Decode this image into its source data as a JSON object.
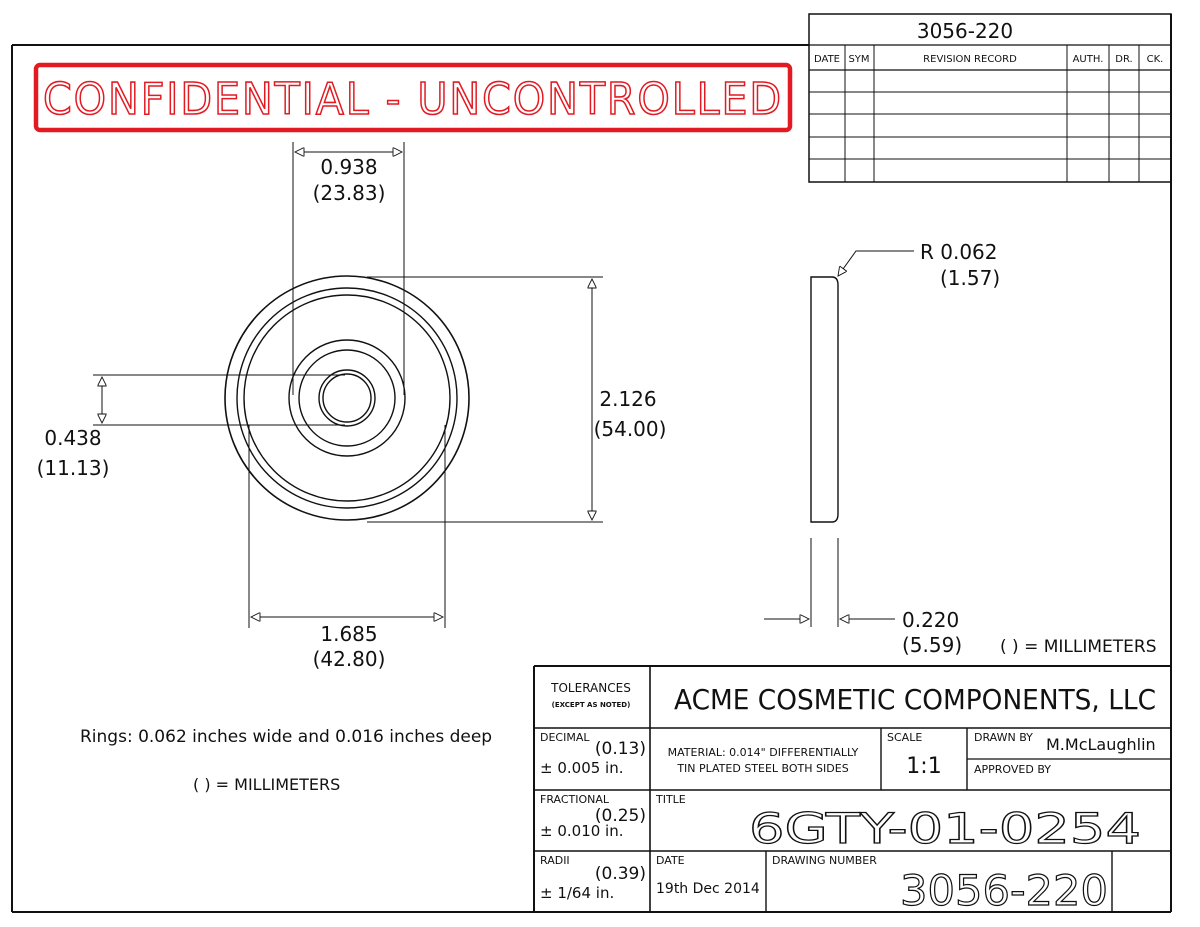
{
  "drawing": {
    "number_top": "3056-220",
    "confidential_stamp": "CONFIDENTIAL - UNCONTROLLED",
    "stamp_color": "#e21b22",
    "ink_color": "#111111"
  },
  "revision_record": {
    "headers": [
      "DATE",
      "SYM",
      "REVISION RECORD",
      "AUTH.",
      "DR.",
      "CK."
    ],
    "rows": 5
  },
  "dimensions": {
    "inner_ring": {
      "inch": "0.938",
      "mm": "(23.83)"
    },
    "hole": {
      "inch": "0.438",
      "mm": "(11.13)"
    },
    "outer": {
      "inch": "2.126",
      "mm": "(54.00)"
    },
    "middle_ring": {
      "inch": "1.685",
      "mm": "(42.80)"
    },
    "edge_radius": {
      "inch": "R 0.062",
      "mm": "(1.57)"
    },
    "thickness": {
      "inch": "0.220",
      "mm": "(5.59)"
    }
  },
  "notes": {
    "mm_note_side": "( ) = MILLIMETERS",
    "rings": "Rings: 0.062 inches wide and 0.016 inches deep",
    "mm_note_left": "( ) = MILLIMETERS"
  },
  "title_block": {
    "tolerances_label": "TOLERANCES",
    "except_noted": "(EXCEPT AS NOTED)",
    "company": "ACME COSMETIC COMPONENTS, LLC",
    "decimal_label": "DECIMAL",
    "decimal_mm": "(0.13)",
    "decimal_tol": "± 0.005 in.",
    "material_line1": "MATERIAL: 0.014\" DIFFERENTIALLY",
    "material_line2": "TIN PLATED STEEL BOTH SIDES",
    "scale_label": "SCALE",
    "scale_value": "1:1",
    "drawn_by_label": "DRAWN BY",
    "drawn_by_value": "M.McLaughlin",
    "approved_by_label": "APPROVED BY",
    "fractional_label": "FRACTIONAL",
    "fractional_mm": "(0.25)",
    "fractional_tol": "± 0.010 in.",
    "title_label": "TITLE",
    "title_value": "6GTY-01-0254",
    "radii_label": "RADII",
    "radii_mm": "(0.39)",
    "radii_tol": "± 1/64 in.",
    "date_label": "DATE",
    "date_value": "19th Dec 2014",
    "drawing_number_label": "DRAWING NUMBER",
    "drawing_number_value": "3056-220"
  }
}
